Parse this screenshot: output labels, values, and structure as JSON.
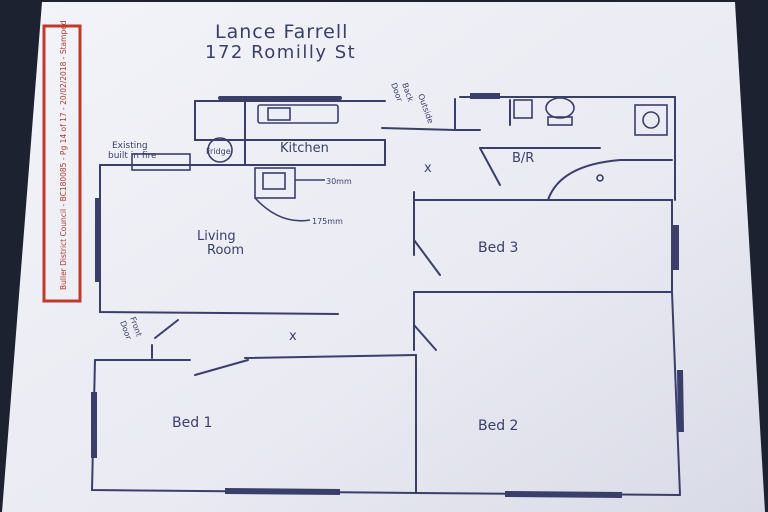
{
  "header": {
    "owner": "Lance Farrell",
    "address": "172 Romilly St"
  },
  "stamp": {
    "text": "Buller District Council - BC180085 - Pg 14 of 17 - 20/02/2018 - Stamped",
    "color": "#c0392b"
  },
  "rooms": {
    "kitchen": "Kitchen",
    "living_line1": "Living",
    "living_line2": "Room",
    "bathroom": "B/R",
    "bed1": "Bed 1",
    "bed2": "Bed 2",
    "bed3": "Bed 3"
  },
  "annotations": {
    "fire_line1": "Existing",
    "fire_line2": "built in fire",
    "fridge": "Fridge",
    "dim_upper": "30mm",
    "dim_lower": "175mm",
    "outside_back_door_1": "Outside",
    "outside_back_door_2": "Back",
    "outside_back_door_3": "Door",
    "front_door_1": "Front",
    "front_door_2": "Door",
    "smoke_alarm_mark": "x"
  },
  "colors": {
    "paper": "#ecedf4",
    "ink": "#3a3f6a",
    "background": "#1c2230"
  }
}
